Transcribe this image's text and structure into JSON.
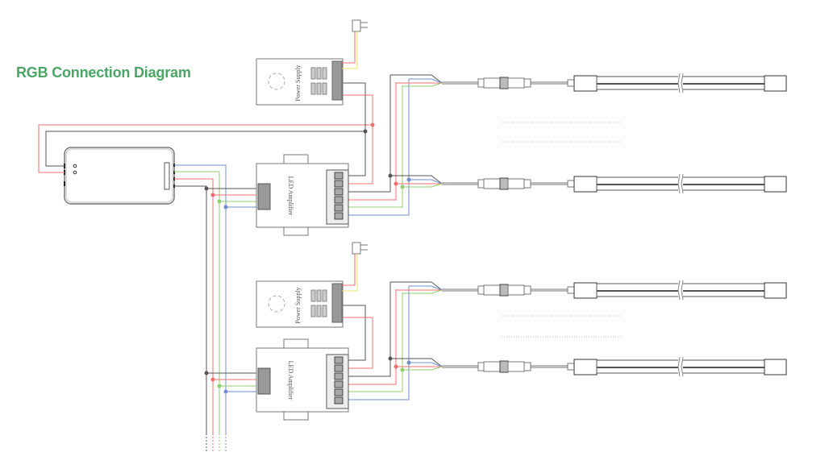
{
  "title": "RGB Connection Diagram",
  "labels": {
    "power_supply": "Power Supply",
    "amplifier": "LED Amplifier"
  },
  "colors": {
    "title": "#4aa566",
    "black_wire": "#555555",
    "red_wire": "#f07070",
    "green_wire": "#8fcf6f",
    "blue_wire": "#6f8fd0",
    "outline": "#777777"
  },
  "icons": [
    "rgb-controller",
    "power-supply",
    "led-amplifier",
    "inline-connector",
    "led-strip",
    "ac-plug"
  ]
}
